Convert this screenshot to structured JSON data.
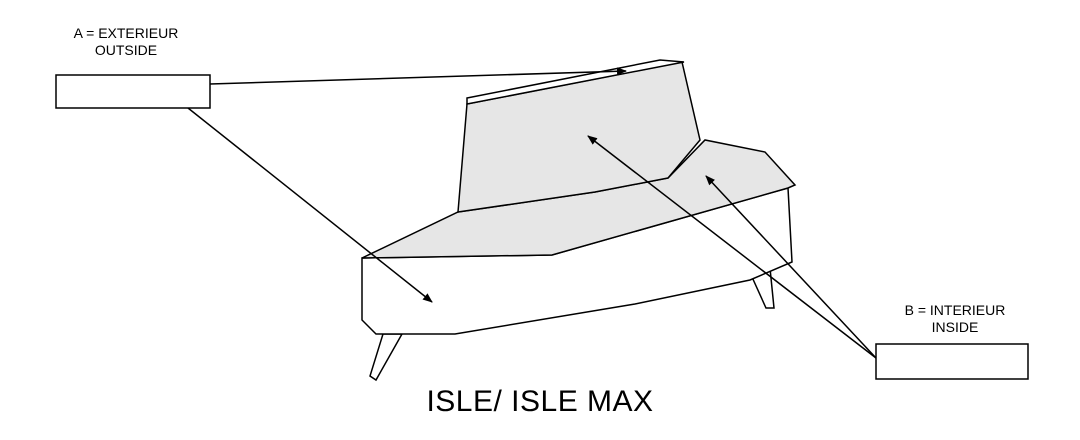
{
  "labels": {
    "a_line1": "A = EXTERIEUR",
    "a_line2": "OUTSIDE",
    "b_line1": "B = INTERIEUR",
    "b_line2": "INSIDE"
  },
  "title": "ISLE/ ISLE MAX",
  "colors": {
    "stroke": "#000000",
    "cushion_fill": "#e6e6e6",
    "background": "#ffffff"
  }
}
